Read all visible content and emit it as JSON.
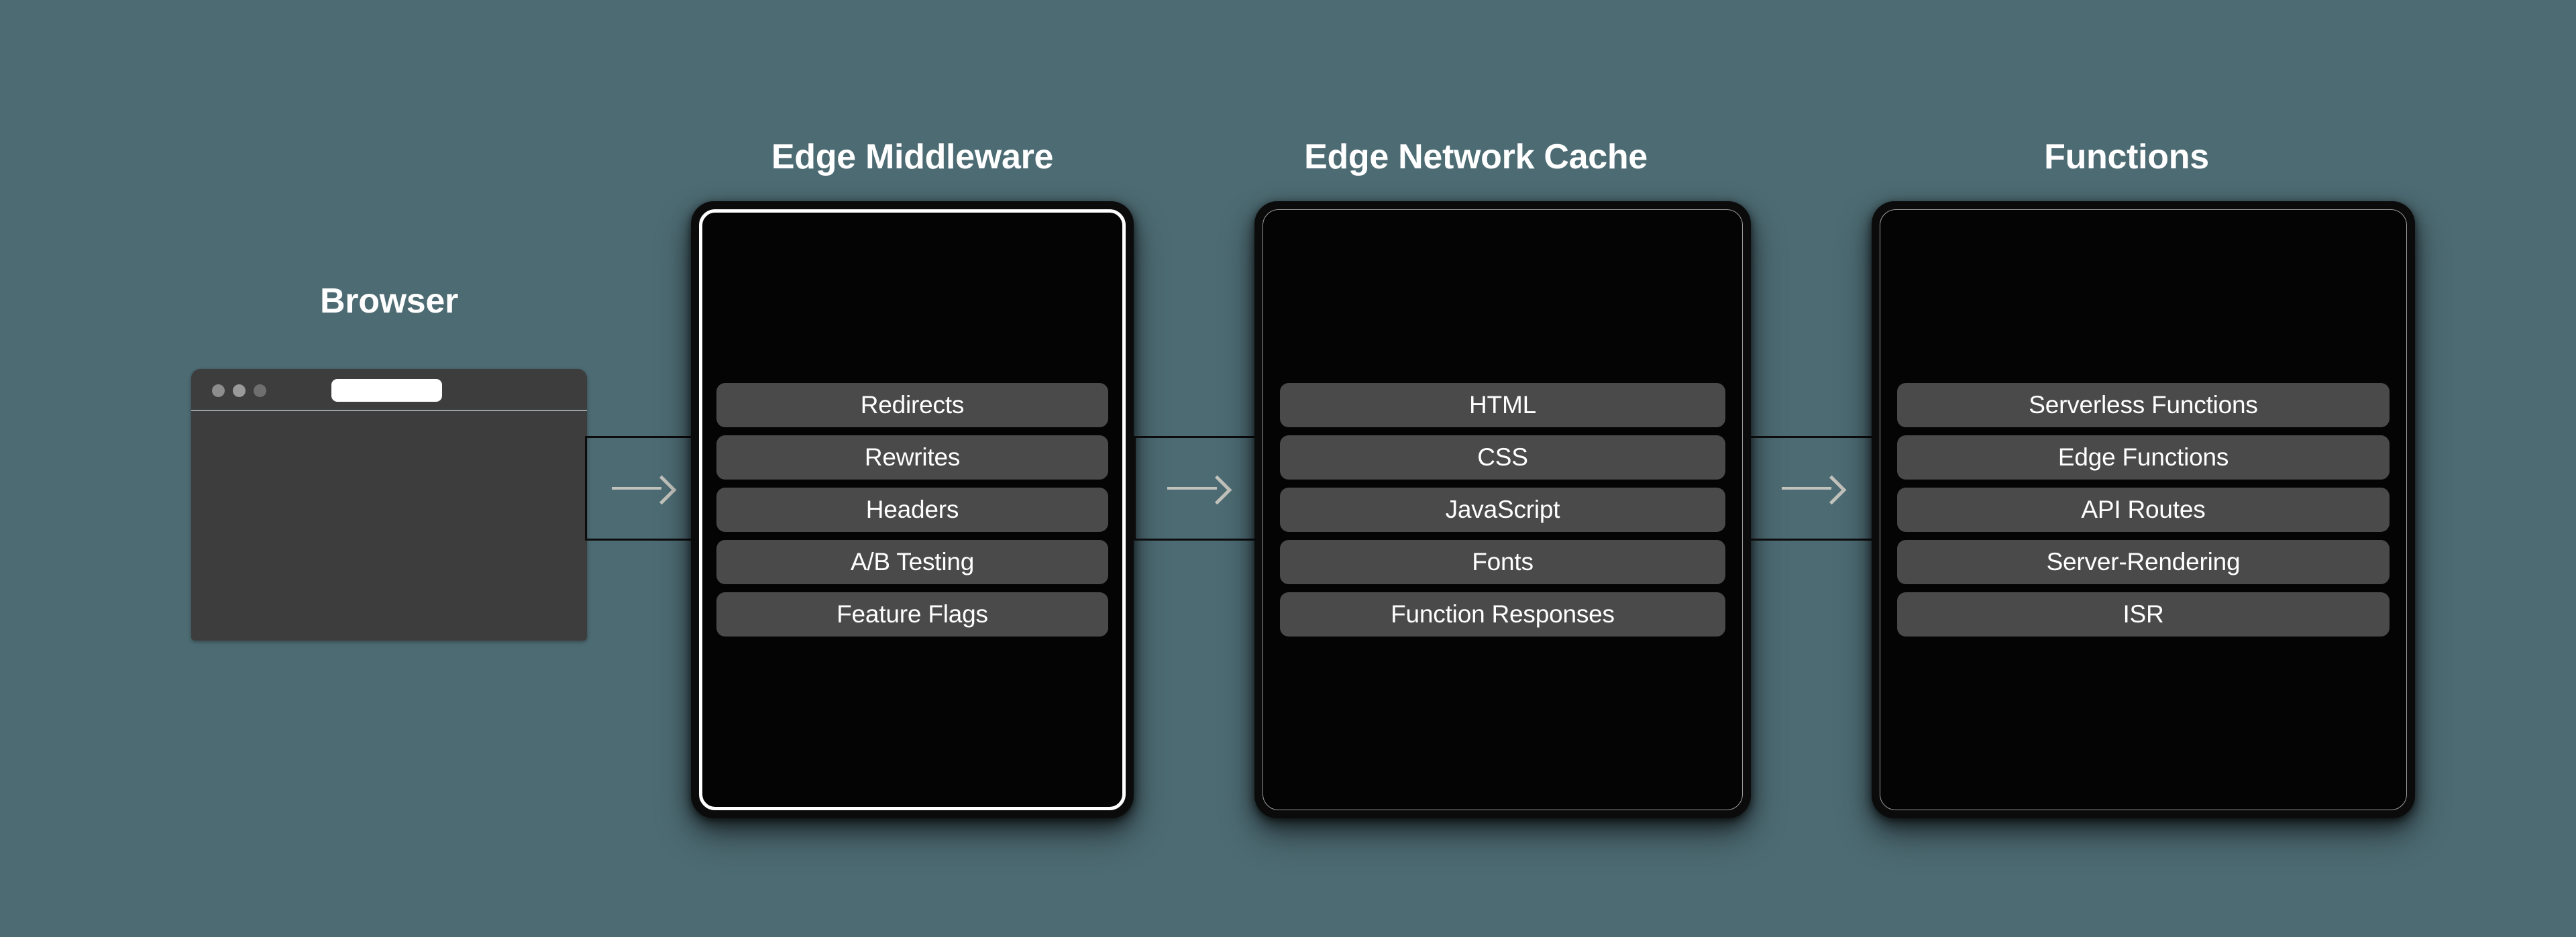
{
  "background_color": "#4d6b73",
  "browser": {
    "title": "Browser",
    "window_dots": [
      "dot-red",
      "dot-yellow",
      "dot-green"
    ],
    "url_bar_value": ""
  },
  "columns": [
    {
      "id": "edge-middleware",
      "title": "Edge Middleware",
      "highlighted": true,
      "items": [
        "Redirects",
        "Rewrites",
        "Headers",
        "A/B Testing",
        "Feature Flags"
      ]
    },
    {
      "id": "edge-network-cache",
      "title": "Edge Network Cache",
      "highlighted": false,
      "items": [
        "HTML",
        "CSS",
        "JavaScript",
        "Fonts",
        "Function Responses"
      ]
    },
    {
      "id": "functions",
      "title": "Functions",
      "highlighted": false,
      "items": [
        "Serverless Functions",
        "Edge Functions",
        "API Routes",
        "Server-Rendering",
        "ISR"
      ]
    }
  ],
  "connectors": [
    {
      "id": "browser-to-middleware",
      "icon": "arrow-right-icon"
    },
    {
      "id": "middleware-to-cache",
      "icon": "arrow-right-icon"
    },
    {
      "id": "cache-to-functions",
      "icon": "arrow-right-icon"
    }
  ],
  "colors": {
    "background": "#4d6b73",
    "panel_body": "#040404",
    "panel_frame": "#0b0b0b",
    "chip": "#4a4a4a",
    "chip_text": "#ffffff",
    "highlight_border": "#ffffff",
    "plain_border": "#9a9a9a",
    "arrow": "#c3c3bd",
    "browser_chrome": "#3d3d3d"
  }
}
